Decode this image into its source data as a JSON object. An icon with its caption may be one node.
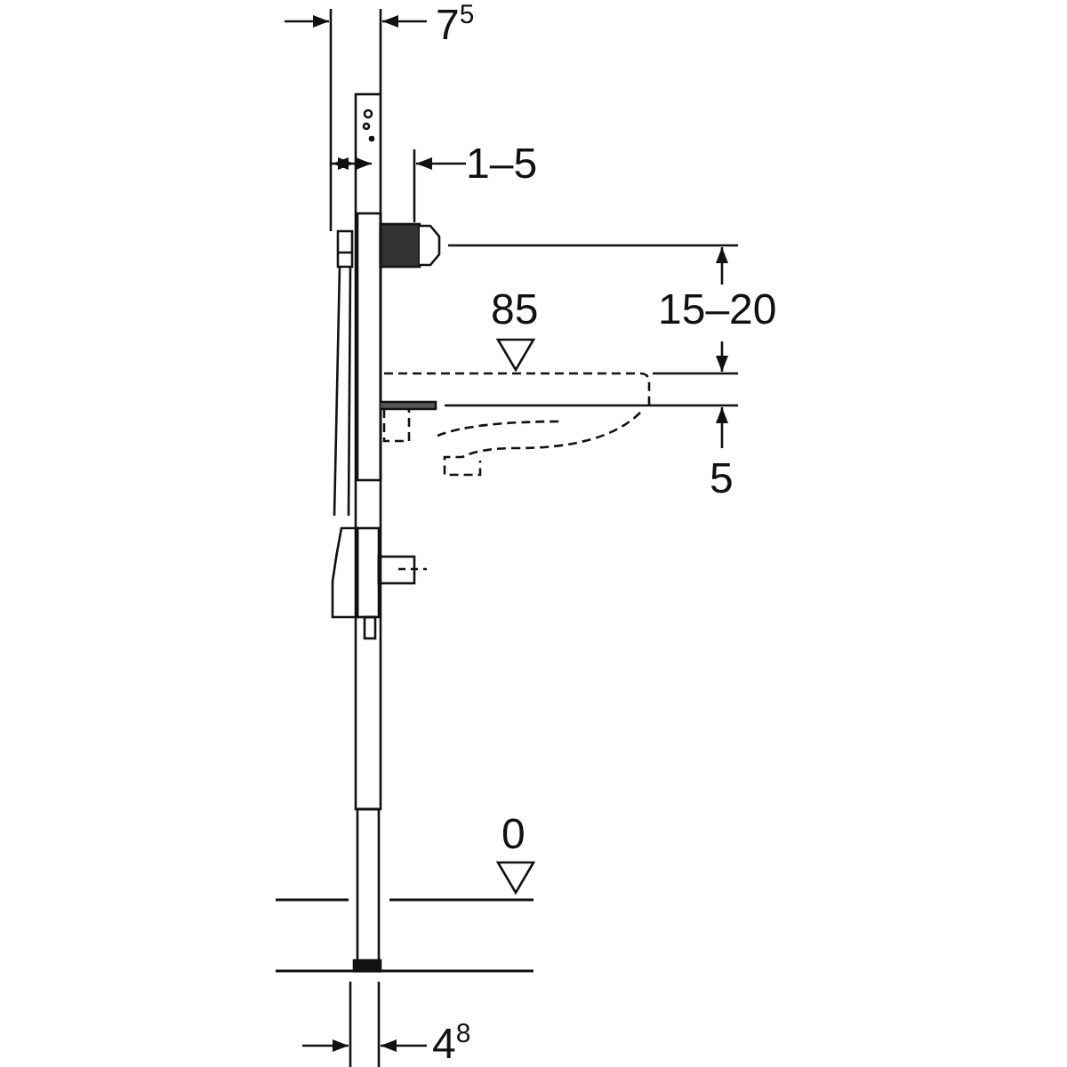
{
  "diagram": {
    "labels": [
      "7$^{5}$",
      "1–5",
      "85",
      "15–20",
      "5",
      "0",
      "4$^{8}$"
    ]
  }
}
